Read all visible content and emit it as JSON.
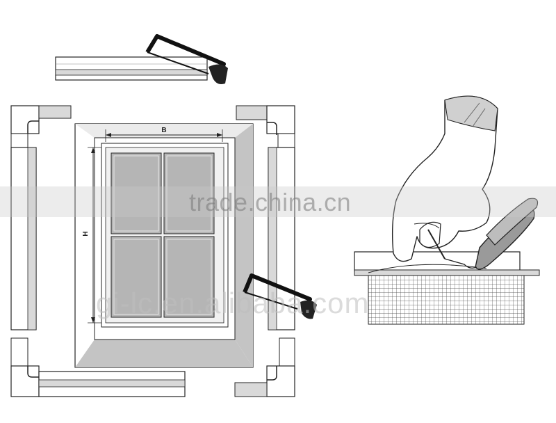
{
  "diagram": {
    "dimension_width_label": "B",
    "dimension_height_label": "H",
    "icons": [
      "hacksaw-icon",
      "hacksaw-icon",
      "gloved-hand-icon",
      "pliers-icon",
      "mesh-screen-icon"
    ]
  },
  "watermark": {
    "text": "trade.china.cn",
    "site_text": "gi-lc.en.alibaba.com"
  },
  "colors": {
    "line": "#222222",
    "frame_gray": "#d9d9d9",
    "glass_gray": "#b5b5b5",
    "bevel_gray": "#c4c4c4"
  }
}
